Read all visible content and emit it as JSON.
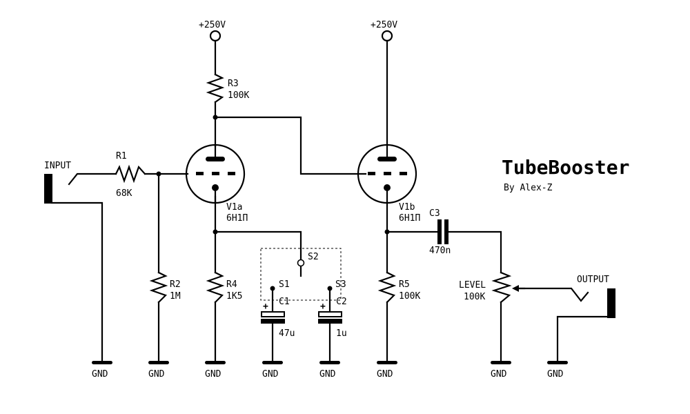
{
  "title": "TubeBooster",
  "author": "By Alex-Z",
  "supply": {
    "left": "+250V",
    "right": "+250V"
  },
  "jacks": {
    "input": "INPUT",
    "output": "OUTPUT"
  },
  "resistors": {
    "r1": {
      "ref": "R1",
      "value": "68K"
    },
    "r2": {
      "ref": "R2",
      "value": "1M"
    },
    "r3": {
      "ref": "R3",
      "value": "100K"
    },
    "r4": {
      "ref": "R4",
      "value": "1K5"
    },
    "r5": {
      "ref": "R5",
      "value": "100K"
    },
    "level": {
      "ref": "LEVEL",
      "value": "100K"
    }
  },
  "capacitors": {
    "c1": {
      "ref": "C1",
      "value": "47u"
    },
    "c2": {
      "ref": "C2",
      "value": "1u"
    },
    "c3": {
      "ref": "C3",
      "value": "470n"
    }
  },
  "tubes": {
    "v1a": {
      "ref": "V1a",
      "type": "6Н1П"
    },
    "v1b": {
      "ref": "V1b",
      "type": "6Н1П"
    }
  },
  "switch": {
    "s1": "S1",
    "s2": "S2",
    "s3": "S3"
  },
  "gnd_label": "GND",
  "plus_sign": "+"
}
